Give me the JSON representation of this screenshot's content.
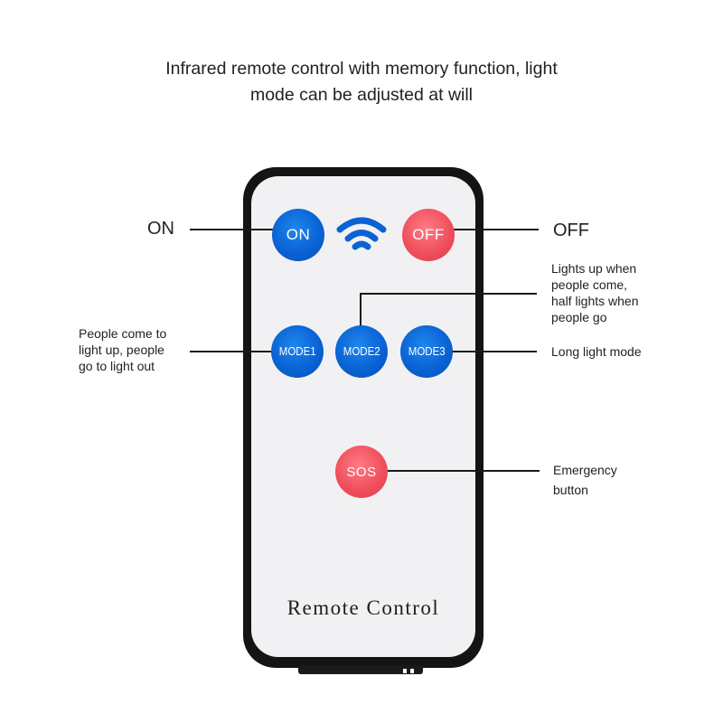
{
  "headline": {
    "line1": "Infrared remote control with memory function, light",
    "line2": "mode can be adjusted at will"
  },
  "remote": {
    "brand_text": "Remote Control",
    "buttons": {
      "on": "ON",
      "off": "OFF",
      "mode1": "MODE1",
      "mode2": "MODE2",
      "mode3": "MODE3",
      "sos": "SOS"
    },
    "signal_icon": "wifi-signal-icon"
  },
  "callouts": {
    "on": "ON",
    "off": "OFF",
    "mode1": [
      "People come to",
      "light up, people",
      "go to light out"
    ],
    "mode2": [
      "Lights up when",
      "people come,",
      "half lights when",
      "people go"
    ],
    "mode3": "Long light mode",
    "sos": [
      "Emergency",
      "button"
    ]
  },
  "colors": {
    "blue_button": "#0a63d4",
    "red_button": "#f0505d",
    "remote_body": "#141414",
    "remote_face": "#f1f1f3"
  }
}
